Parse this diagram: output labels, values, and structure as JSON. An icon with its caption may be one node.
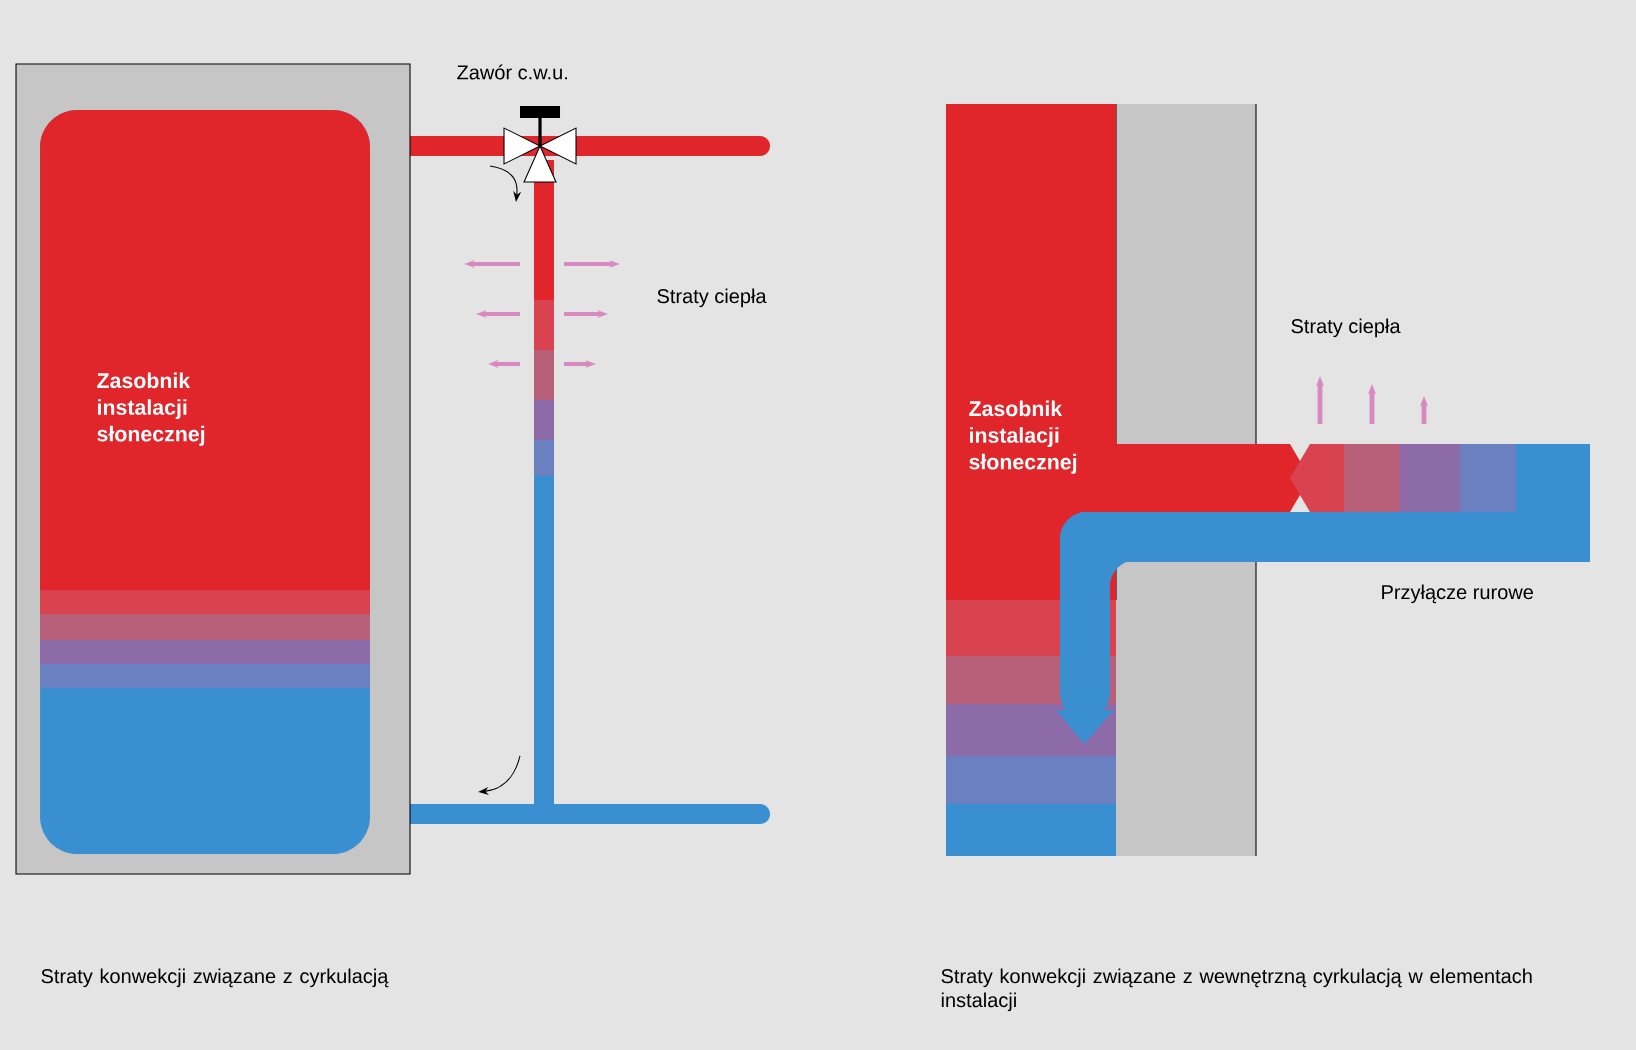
{
  "diagram": {
    "nodes": [
      {
        "text": [
          "Zasobnik instalacji słonecznej"
        ]
      },
      {
        "text": [
          "Zasobnik instalacji słonecznej"
        ]
      }
    ],
    "labels": [
      "Zawór c.w.u.",
      "Straty ciepła",
      "Straty ciepła",
      "Przyłącze rurowe",
      "Straty konwekcji związane z cyrkulacją",
      "Straty konwekcji związane z wewnętrzną cyrkulacją w elementach instalacji"
    ]
  }
}
